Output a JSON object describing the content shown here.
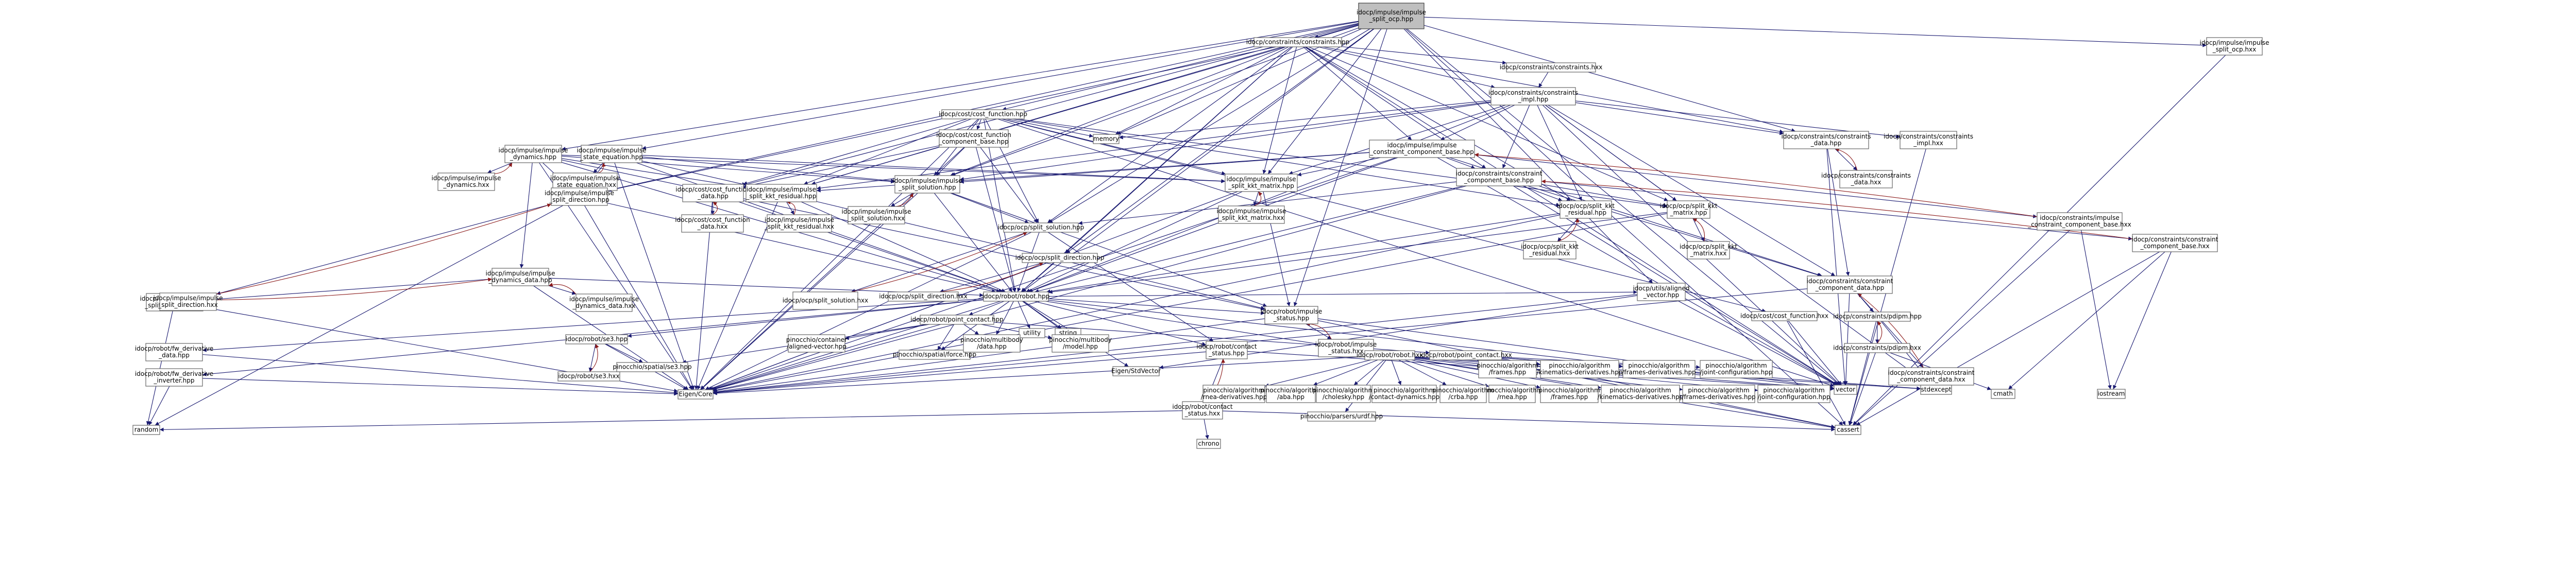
{
  "graph": {
    "root": "n0",
    "nodes": [
      {
        "id": "n0",
        "lines": [
          "idocp/impulse/impulse",
          "_split_ocp.hpp"
        ],
        "root": true
      },
      {
        "id": "n1",
        "lines": [
          "idocp/constraints/constraints.hpp"
        ]
      },
      {
        "id": "n2",
        "lines": [
          "idocp/impulse/impulse",
          "_split_ocp.hxx"
        ]
      },
      {
        "id": "n3",
        "lines": [
          "idocp/constraints/constraints.hxx"
        ]
      },
      {
        "id": "n4",
        "lines": [
          "idocp/constraints/constraints",
          "_impl.hpp"
        ]
      },
      {
        "id": "n5",
        "lines": [
          "idocp/cost/cost_function.hpp"
        ]
      },
      {
        "id": "n6",
        "lines": [
          "idocp/cost/cost_function",
          "_component_base.hpp"
        ]
      },
      {
        "id": "n7",
        "lines": [
          "memory"
        ]
      },
      {
        "id": "n8",
        "lines": [
          "idocp/impulse/impulse",
          "_dynamics.hpp"
        ]
      },
      {
        "id": "n9",
        "lines": [
          "idocp/impulse/impulse",
          "_state_equation.hpp"
        ]
      },
      {
        "id": "n10",
        "lines": [
          "idocp/impulse/impulse",
          "_constraint_component_base.hpp"
        ]
      },
      {
        "id": "n11",
        "lines": [
          "idocp/constraints/constraint",
          "_component_base.hpp"
        ]
      },
      {
        "id": "n12",
        "lines": [
          "idocp/constraints/constraints",
          "_data.hpp"
        ]
      },
      {
        "id": "n13",
        "lines": [
          "idocp/constraints/constraints",
          "_impl.hxx"
        ]
      },
      {
        "id": "n14",
        "lines": [
          "idocp/constraints/constraints",
          "_data.hxx"
        ]
      },
      {
        "id": "n15",
        "lines": [
          "idocp/impulse/impulse",
          "_dynamics.hxx"
        ]
      },
      {
        "id": "n16",
        "lines": [
          "idocp/impulse/impulse",
          "_state_equation.hxx"
        ]
      },
      {
        "id": "n17",
        "lines": [
          "idocp/cost/cost_function",
          "_data.hpp"
        ]
      },
      {
        "id": "n18",
        "lines": [
          "idocp/impulse/impulse",
          "_split_kkt_residual.hpp"
        ]
      },
      {
        "id": "n19",
        "lines": [
          "idocp/impulse/impulse",
          "_split_solution.hpp"
        ]
      },
      {
        "id": "n20",
        "lines": [
          "idocp/impulse/impulse",
          "_split_kkt_matrix.hpp"
        ]
      },
      {
        "id": "n21",
        "lines": [
          "idocp/cost/cost_function",
          "_data.hxx"
        ]
      },
      {
        "id": "n22",
        "lines": [
          "idocp/impulse/impulse",
          "_split_kkt_residual.hxx"
        ]
      },
      {
        "id": "n23",
        "lines": [
          "idocp/impulse/impulse",
          "_split_solution.hxx"
        ]
      },
      {
        "id": "n24",
        "lines": [
          "idocp/impulse/impulse",
          "_split_kkt_matrix.hxx"
        ]
      },
      {
        "id": "n25",
        "lines": [
          "idocp/ocp/split_solution.hpp"
        ]
      },
      {
        "id": "n26",
        "lines": [
          "idocp/ocp/split_kkt",
          "_residual.hpp"
        ]
      },
      {
        "id": "n27",
        "lines": [
          "idocp/ocp/split_kkt",
          "_matrix.hpp"
        ]
      },
      {
        "id": "n28",
        "lines": [
          "idocp/ocp/split_kkt",
          "_residual.hxx"
        ]
      },
      {
        "id": "n29",
        "lines": [
          "idocp/ocp/split_kkt",
          "_matrix.hxx"
        ]
      },
      {
        "id": "n30",
        "lines": [
          "idocp/impulse/impulse",
          "_split_direction.hpp"
        ]
      },
      {
        "id": "n31",
        "lines": [
          "idocp/ocp/split_direction.hpp"
        ]
      },
      {
        "id": "n32",
        "lines": [
          "idocp/impulse/impulse",
          "_dynamics_data.hpp"
        ]
      },
      {
        "id": "n33",
        "lines": [
          "idocp/impulse/impulse",
          "_split_direction.hxx"
        ]
      },
      {
        "id": "n34",
        "lines": [
          "idocp/impulse/impulse",
          "_dynamics_data.hxx"
        ]
      },
      {
        "id": "n35",
        "lines": [
          "idocp/ocp/split_solution.hxx"
        ]
      },
      {
        "id": "n36",
        "lines": [
          "idocp/ocp/split_direction.hxx"
        ]
      },
      {
        "id": "n37",
        "lines": [
          "idocp/robot/robot.hpp"
        ]
      },
      {
        "id": "n38",
        "lines": [
          "idocp/robot/se3.hpp"
        ]
      },
      {
        "id": "n39",
        "lines": [
          "idocp/robot/point_contact.hpp"
        ]
      },
      {
        "id": "n40",
        "lines": [
          "idocp/robot/impulse",
          "_status.hpp"
        ]
      },
      {
        "id": "n41",
        "lines": [
          "idocp/robot/impulse",
          "_status.hxx"
        ]
      },
      {
        "id": "n42",
        "lines": [
          "idocp/robot/contact",
          "_status.hpp"
        ]
      },
      {
        "id": "n43",
        "lines": [
          "idocp/robot/robot.hxx"
        ]
      },
      {
        "id": "n44",
        "lines": [
          "idocp/robot/point_contact.hxx"
        ]
      },
      {
        "id": "n45",
        "lines": [
          "idocp/robot/contact",
          "_status.hxx"
        ]
      },
      {
        "id": "n46",
        "lines": [
          "idocp/utils/aligned",
          "_vector.hpp"
        ]
      },
      {
        "id": "n47",
        "lines": [
          "idocp/constraints/constraint",
          "_component_data.hpp"
        ]
      },
      {
        "id": "n48",
        "lines": [
          "idocp/constraints/constraint",
          "_component_base.hxx"
        ]
      },
      {
        "id": "n49",
        "lines": [
          "idocp/constraints/impulse",
          "_constraint_component_base.hxx"
        ]
      },
      {
        "id": "n50",
        "lines": [
          "idocp/constraints/pdipm.hpp"
        ]
      },
      {
        "id": "n51",
        "lines": [
          "idocp/constraints/pdipm.hxx"
        ]
      },
      {
        "id": "n52",
        "lines": [
          "idocp/constraints/constraint",
          "_component_data.hxx"
        ]
      },
      {
        "id": "n53",
        "lines": [
          "idocp/cost/cost_function.hxx"
        ]
      },
      {
        "id": "n54",
        "lines": [
          "idocp/robot/se3.hxx"
        ]
      },
      {
        "id": "n55",
        "lines": [
          "idocp/robot/fw_derivative",
          "_data.hpp"
        ]
      },
      {
        "id": "n56",
        "lines": [
          "idocp/robot/fw_derivative",
          "_inverter.hpp"
        ]
      },
      {
        "id": "n57",
        "lines": [
          "idocp/impulse/impulse",
          "_split_direction.hxx"
        ]
      },
      {
        "id": "n58",
        "lines": [
          "Eigen/Core"
        ]
      },
      {
        "id": "n59",
        "lines": [
          "Eigen/StdVector"
        ]
      },
      {
        "id": "n60",
        "lines": [
          "vector"
        ]
      },
      {
        "id": "n61",
        "lines": [
          "cassert"
        ]
      },
      {
        "id": "n62",
        "lines": [
          "stdexcept"
        ]
      },
      {
        "id": "n63",
        "lines": [
          "iostream"
        ]
      },
      {
        "id": "n64",
        "lines": [
          "cmath"
        ]
      },
      {
        "id": "n65",
        "lines": [
          "random"
        ]
      },
      {
        "id": "n66",
        "lines": [
          "chrono"
        ]
      },
      {
        "id": "n67",
        "lines": [
          "utility"
        ]
      },
      {
        "id": "n68",
        "lines": [
          "string"
        ]
      },
      {
        "id": "n69",
        "lines": [
          "pinocchio/spatial/se3.hpp"
        ]
      },
      {
        "id": "n70",
        "lines": [
          "pinocchio/spatial/force.hpp"
        ]
      },
      {
        "id": "n71",
        "lines": [
          "pinocchio/multibody",
          "/data.hpp"
        ]
      },
      {
        "id": "n72",
        "lines": [
          "pinocchio/multibody",
          "/model.hpp"
        ]
      },
      {
        "id": "n73",
        "lines": [
          "pinocchio/container",
          "/aligned-vector.hpp"
        ]
      },
      {
        "id": "n74",
        "lines": [
          "pinocchio/parsers/urdf.hpp"
        ]
      },
      {
        "id": "n75",
        "lines": [
          "pinocchio/algorithm",
          "/joint-configuration.hpp"
        ]
      },
      {
        "id": "n76",
        "lines": [
          "pinocchio/algorithm",
          "/frames.hpp"
        ]
      },
      {
        "id": "n77",
        "lines": [
          "pinocchio/algorithm",
          "/kinematics-derivatives.hpp"
        ]
      },
      {
        "id": "n78",
        "lines": [
          "pinocchio/algorithm",
          "/frames-derivatives.hpp"
        ]
      },
      {
        "id": "n79",
        "lines": [
          "pinocchio/algorithm",
          "/rnea.hpp"
        ]
      },
      {
        "id": "n80",
        "lines": [
          "pinocchio/algorithm",
          "/rnea-derivatives.hpp"
        ]
      },
      {
        "id": "n81",
        "lines": [
          "pinocchio/algorithm",
          "/aba.hpp"
        ]
      },
      {
        "id": "n82",
        "lines": [
          "pinocchio/algorithm",
          "/cholesky.hpp"
        ]
      },
      {
        "id": "n83",
        "lines": [
          "pinocchio/algorithm",
          "/contact-dynamics.hpp"
        ]
      },
      {
        "id": "n84",
        "lines": [
          "pinocchio/algorithm",
          "/crba.hpp"
        ]
      },
      {
        "id": "n85",
        "lines": [
          "pinocchio/algorithm",
          "/frames.hpp"
        ]
      },
      {
        "id": "n86",
        "lines": [
          "pinocchio/algorithm",
          "/kinematics-derivatives.hpp"
        ]
      },
      {
        "id": "n87",
        "lines": [
          "pinocchio/algorithm",
          "/frames-derivatives.hpp"
        ]
      },
      {
        "id": "n88",
        "lines": [
          "pinocchio/algorithm",
          "/joint-configuration.hpp"
        ]
      }
    ]
  }
}
